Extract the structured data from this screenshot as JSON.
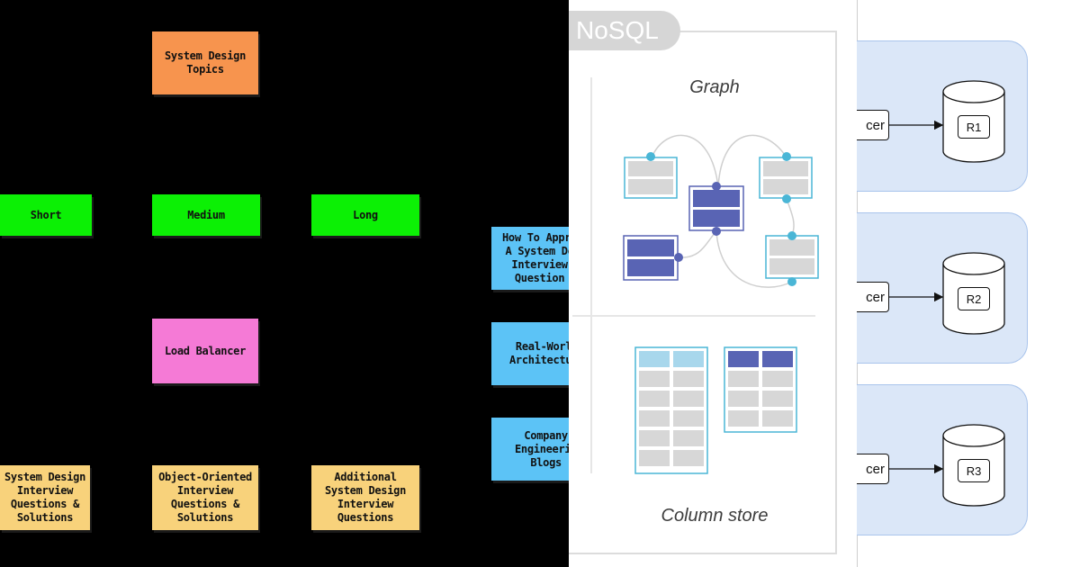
{
  "left_panel": {
    "top_note": "System Design\nTopics",
    "row_notes": [
      "Short",
      "Medium",
      "Long"
    ],
    "center_note": "Load Balancer",
    "bottom_notes": [
      "System Design\nInterview\nQuestions &\nSolutions",
      "Object-Oriented\nInterview\nQuestions &\nSolutions",
      "Additional\nSystem Design\nInterview\nQuestions"
    ],
    "side_notes": [
      "How To Appro\nA System De\nInterview\nQuestion",
      "Real-Worl\nArchitectur",
      "Company\nEngineerin\nBlogs"
    ],
    "colors": {
      "background": "#000000",
      "orange": "#f7944e",
      "green": "#0cf005",
      "pink": "#f57ad6",
      "yellow": "#f8d27b",
      "blue": "#5cc3f6"
    }
  },
  "middle_panel": {
    "tab_label": "NoSQL",
    "graph_caption": "Graph",
    "column_caption": "Column store",
    "colors": {
      "node_fill_light": "#d7d7d7",
      "node_stroke_light": "#4ab6d6",
      "node_fill_dark": "#5964b4",
      "connector_dot": "#4ab6d6",
      "column_header": "#a8d7ec"
    }
  },
  "right_panel": {
    "lb_label": "cer",
    "replicas": [
      "R1",
      "R2",
      "R3"
    ],
    "colors": {
      "group_fill": "#dbe7f8",
      "group_stroke": "#a9c4ec"
    }
  }
}
